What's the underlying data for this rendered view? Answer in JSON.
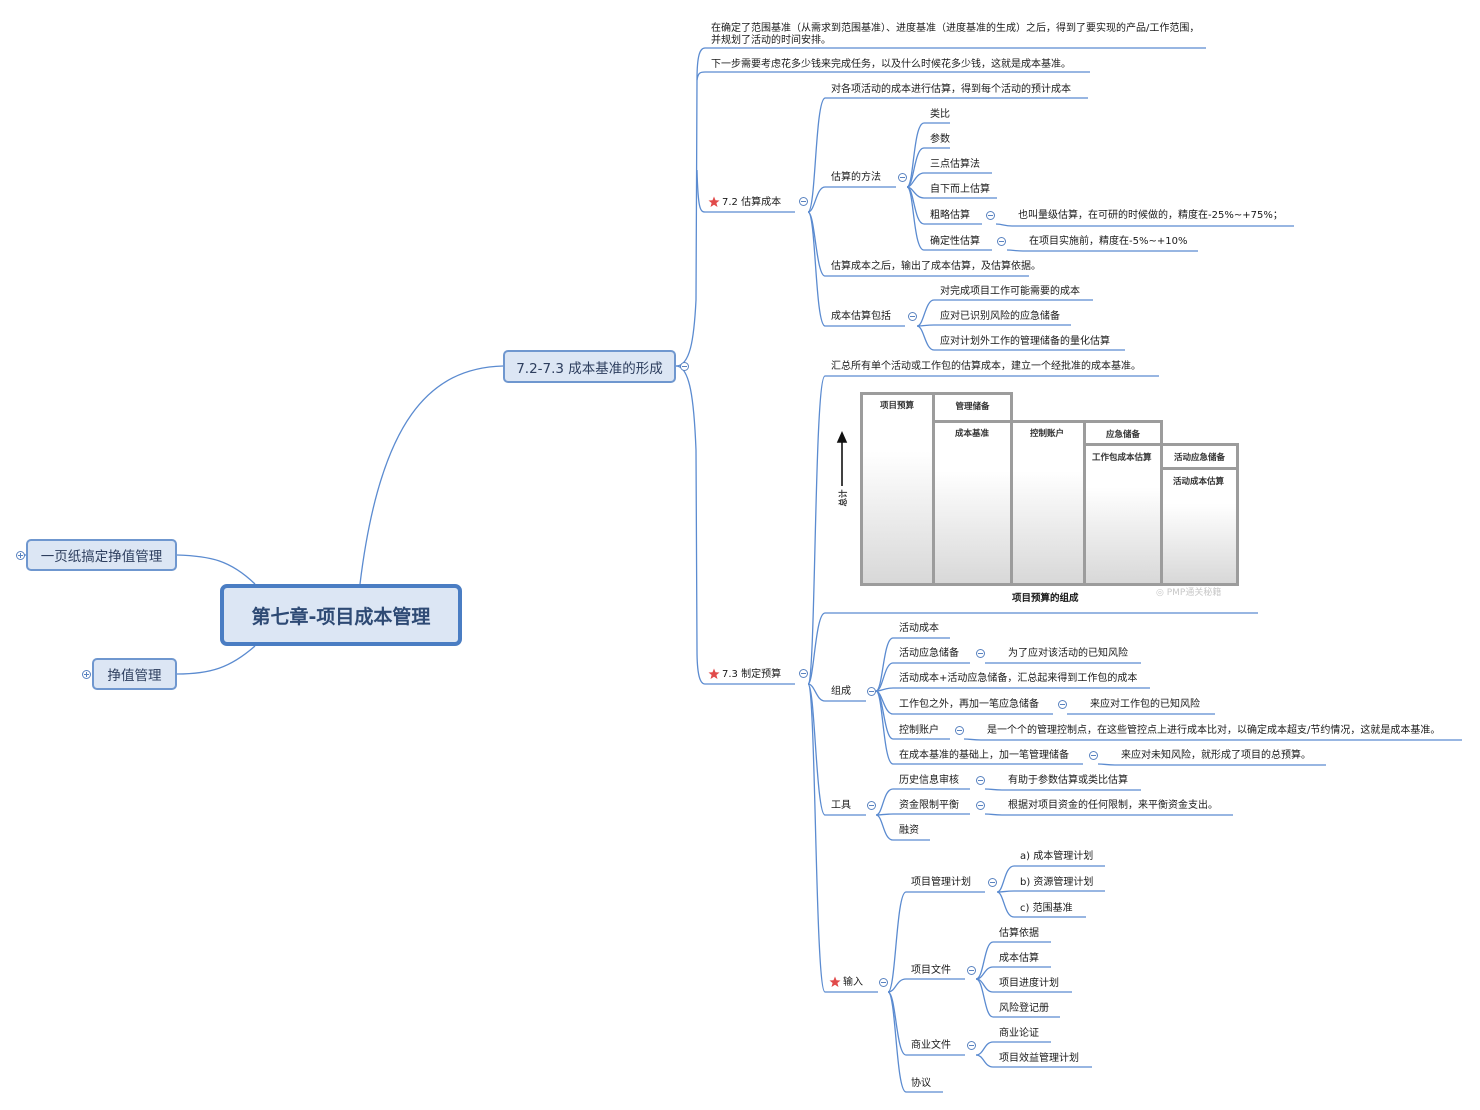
{
  "root": "第七章-项目成本管理",
  "left_branches": [
    "一页纸搞定挣值管理",
    "挣值管理"
  ],
  "main_branch": "7.2-7.3 成本基准的形成",
  "intro": [
    "在确定了范围基准（从需求到范围基准）、进度基准（进度基准的生成）之后，得到了要实现的产品/工作范围，并规划了活动的时间安排。",
    "下一步需要考虑花多少钱来完成任务，以及什么时候花多少钱，这就是成本基准。"
  ],
  "s72": {
    "title": "7.2 估算成本",
    "desc": "对各项活动的成本进行估算，得到每个活动的预计成本",
    "methods_title": "估算的方法",
    "methods": [
      "类比",
      "参数",
      "三点估算法",
      "自下而上估算",
      "粗略估算",
      "确定性估算"
    ],
    "rough_note": "也叫量级估算，在可研的时候做的，精度在-25%~+75%；",
    "definitive_note": "在项目实施前，精度在-5%~+10%",
    "after": "估算成本之后，输出了成本估算，及估算依据。",
    "includes_title": "成本估算包括",
    "includes": [
      "对完成项目工作可能需要的成本",
      "应对已识别风险的应急储备",
      "应对计划外工作的管理储备的量化估算"
    ]
  },
  "s73": {
    "title": "7.3 制定预算",
    "summary": "汇总所有单个活动或工作包的估算成本，建立一个经批准的成本基准。",
    "figure": {
      "caption": "项目预算的组成",
      "axis_label": "总计",
      "watermark": "PMP通关秘籍",
      "labels": {
        "project_budget": "项目预算",
        "mgmt_reserve": "管理储备",
        "cost_baseline": "成本基准",
        "control_account": "控制账户",
        "contingency": "应急储备",
        "wp_estimate": "工作包成本估算",
        "activity_contingency": "活动应急储备",
        "activity_estimate": "活动成本估算"
      }
    },
    "composition_title": "组成",
    "composition": [
      {
        "label": "活动成本",
        "note": ""
      },
      {
        "label": "活动应急储备",
        "note": "为了应对该活动的已知风险"
      },
      {
        "label": "活动成本+活动应急储备，汇总起来得到工作包的成本",
        "note": ""
      },
      {
        "label": "工作包之外，再加一笔应急储备",
        "note": "来应对工作包的已知风险"
      },
      {
        "label": "控制账户",
        "note": "是一个个的管理控制点，在这些管控点上进行成本比对，以确定成本超支/节约情况，这就是成本基准。"
      },
      {
        "label": "在成本基准的基础上，加一笔管理储备",
        "note": "来应对未知风险，就形成了项目的总预算。"
      }
    ],
    "tools_title": "工具",
    "tools": [
      {
        "label": "历史信息审核",
        "note": "有助于参数估算或类比估算"
      },
      {
        "label": "资金限制平衡",
        "note": "根据对项目资金的任何限制，来平衡资金支出。"
      },
      {
        "label": "融资",
        "note": ""
      }
    ],
    "inputs_title": "输入",
    "pm_plan": "项目管理计划",
    "pm_plan_items": [
      "a) 成本管理计划",
      "b) 资源管理计划",
      "c) 范围基准"
    ],
    "project_docs": "项目文件",
    "project_docs_items": [
      "估算依据",
      "成本估算",
      "项目进度计划",
      "风险登记册"
    ],
    "business_docs": "商业文件",
    "business_docs_items": [
      "商业论证",
      "项目效益管理计划"
    ],
    "agreements": "协议"
  },
  "colors": {
    "line": "#5b8bd0",
    "node_fill": "#dce6f4",
    "node_border": "#6f97cf",
    "root_border": "#4a7dc3",
    "star": "#e14a4a"
  }
}
